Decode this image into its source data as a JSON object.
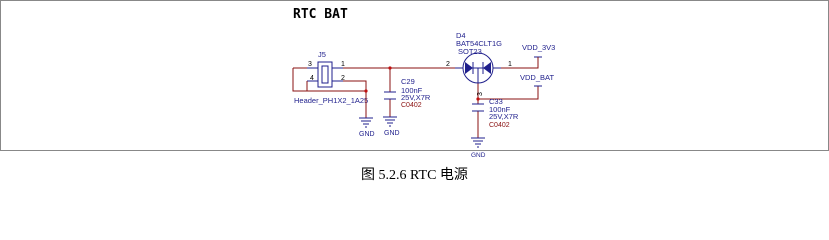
{
  "title": "RTC BAT",
  "caption": "图 5.2.6 RTC 电源",
  "j5": {
    "ref": "J5",
    "name": "Header_PH1X2_1A25",
    "pins": [
      "3",
      "1",
      "4",
      "2"
    ]
  },
  "d4": {
    "ref": "D4",
    "part": "BAT54CLT1G",
    "package": "SOT23",
    "pins": [
      "2",
      "1",
      "3"
    ]
  },
  "c29": {
    "ref": "C29",
    "value": "100nF",
    "rating": "25V,X7R",
    "footprint": "C0402"
  },
  "c33": {
    "ref": "C33",
    "value": "100nF",
    "rating": "25V,X7R",
    "footprint": "C0402"
  },
  "nets": {
    "vdd_3v3": "VDD_3V3",
    "vdd_bat": "VDD_BAT",
    "gnd": "GND"
  },
  "colors": {
    "wire": "#8a1010",
    "part": "#1f1f8c",
    "junction": "#c01010"
  }
}
